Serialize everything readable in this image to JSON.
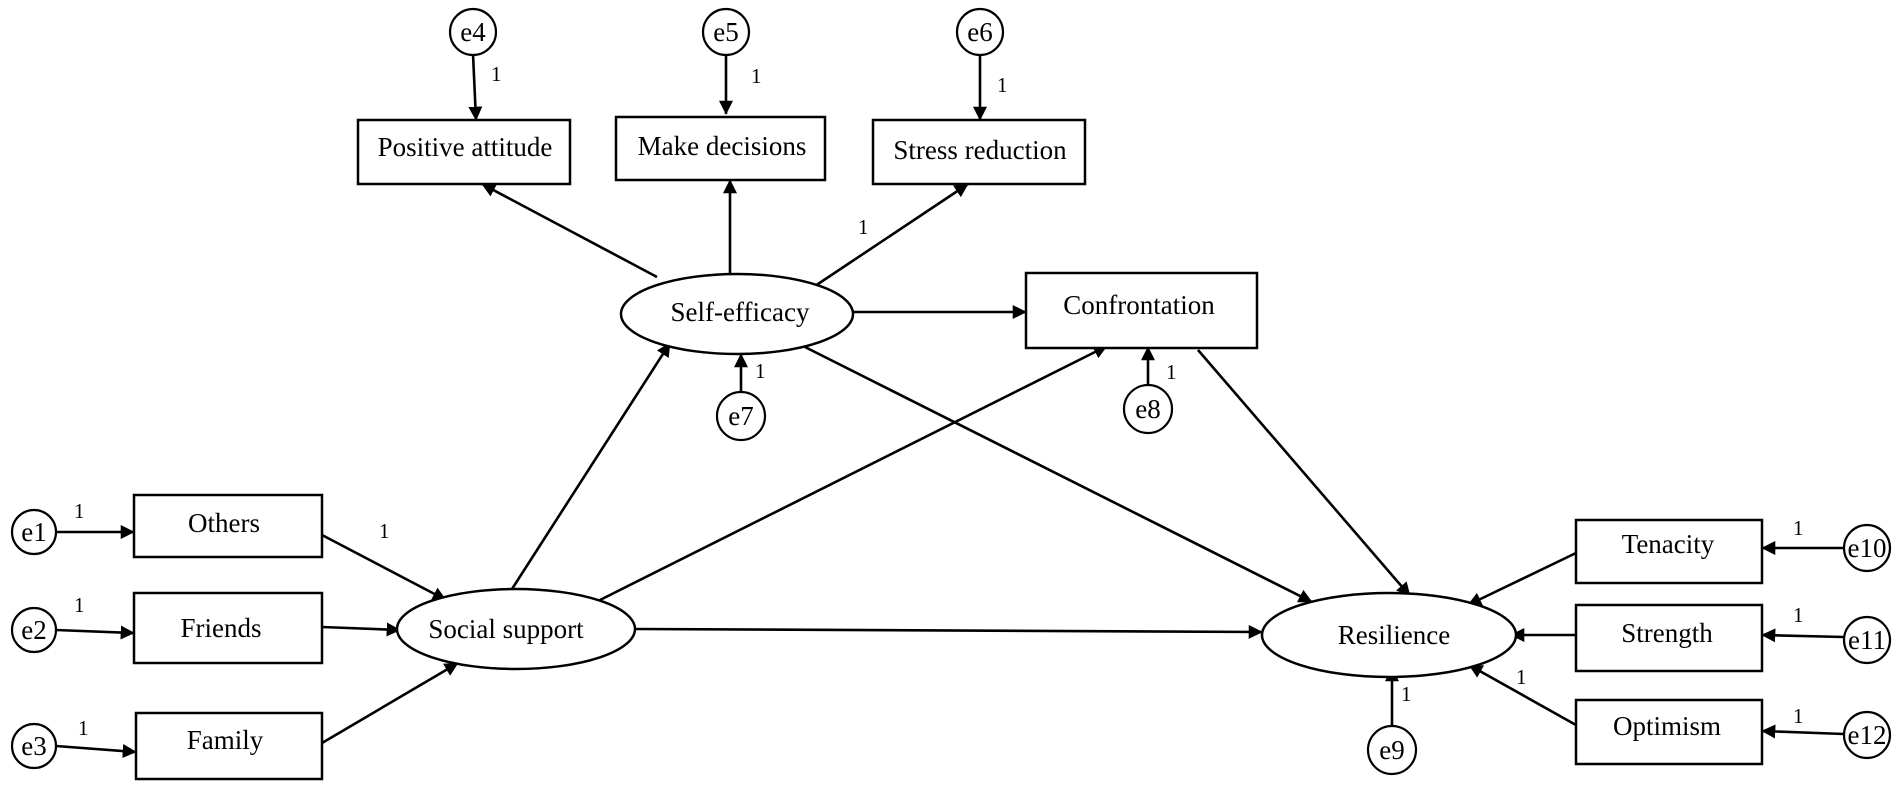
{
  "diagram": {
    "observed": {
      "others": "Others",
      "friends": "Friends",
      "family": "Family",
      "positive_attitude": "Positive attitude",
      "make_decisions": "Make decisions",
      "stress_reduction": "Stress reduction",
      "confrontation": "Confrontation",
      "tenacity": "Tenacity",
      "strength": "Strength",
      "optimism": "Optimism"
    },
    "latent": {
      "social_support": "Social support",
      "self_efficacy": "Self-efficacy",
      "resilience": "Resilience"
    },
    "errors": {
      "e1": "e1",
      "e2": "e2",
      "e3": "e3",
      "e4": "e4",
      "e5": "e5",
      "e6": "e6",
      "e7": "e7",
      "e8": "e8",
      "e9": "e9",
      "e10": "e10",
      "e11": "e11",
      "e12": "e12"
    },
    "fixed_weight": "1"
  }
}
